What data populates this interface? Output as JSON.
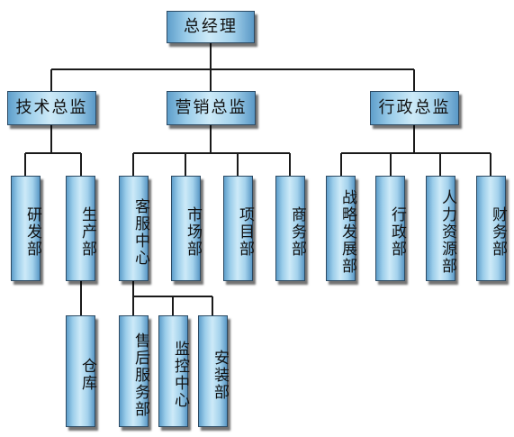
{
  "org": {
    "root": "总经理",
    "directors": {
      "tech": "技术总监",
      "marketing": "营销总监",
      "admin": "行政总监"
    },
    "departments": {
      "rnd": "研发部",
      "production": "生产部",
      "warehouse": "仓库",
      "customer_service": "客服中心",
      "market": "市场部",
      "project": "项目部",
      "business": "商务部",
      "after_sales": "售后服务部",
      "monitoring": "监控中心",
      "installation": "安装部",
      "strategy": "战略发展部",
      "administration": "行政部",
      "hr": "人力资源部",
      "finance": "财务部"
    }
  }
}
